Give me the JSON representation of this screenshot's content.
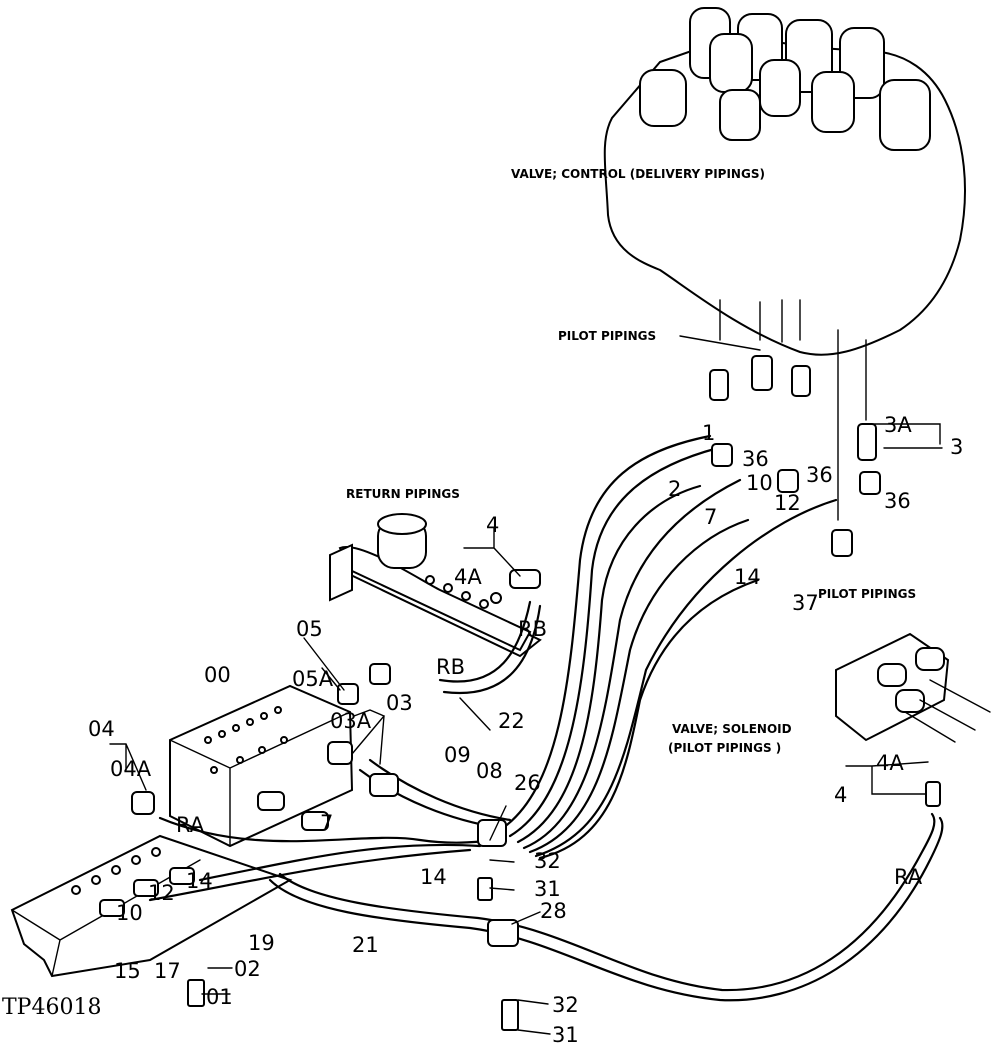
{
  "captions": {
    "control_valve": "VALVE; CONTROL (DELIVERY PIPINGS)",
    "pilot_top": "PILOT PIPINGS",
    "return": "RETURN PIPINGS",
    "pilot_right": "PILOT PIPINGS",
    "solenoid_line1": "VALVE; SOLENOID",
    "solenoid_line2": "(PILOT PIPINGS )"
  },
  "figure_ref": "TP46018",
  "parts": {
    "p00": "00",
    "p01": "01",
    "p02": "02",
    "p03": "03",
    "p03a": "03A",
    "p04": "04",
    "p04a": "04A",
    "p05": "05",
    "p05a": "05A",
    "p08": "08",
    "p09": "09",
    "p1": "1",
    "p2": "2",
    "p3": "3",
    "p3a": "3A",
    "p4_return": "4",
    "p4a_return": "4A",
    "p4_sol": "4",
    "p4a_sol": "4A",
    "p7_top": "7",
    "p7_low": "7",
    "p10_top": "10",
    "p10_low": "10",
    "p12_top": "12",
    "p12_low": "12",
    "p14_top": "14",
    "p14_mid": "14",
    "p14_low": "14",
    "p15": "15",
    "p17": "17",
    "p19": "19",
    "p21": "21",
    "p22": "22",
    "p26": "26",
    "p28": "28",
    "p31_a": "31",
    "p31_b": "31",
    "p32_a": "32",
    "p32_b": "32",
    "p36_a": "36",
    "p36_b": "36",
    "p36_c": "36",
    "p37": "37",
    "rb_top": "RB",
    "rb_mid": "RB",
    "ra_left": "RA",
    "ra_right": "RA"
  }
}
